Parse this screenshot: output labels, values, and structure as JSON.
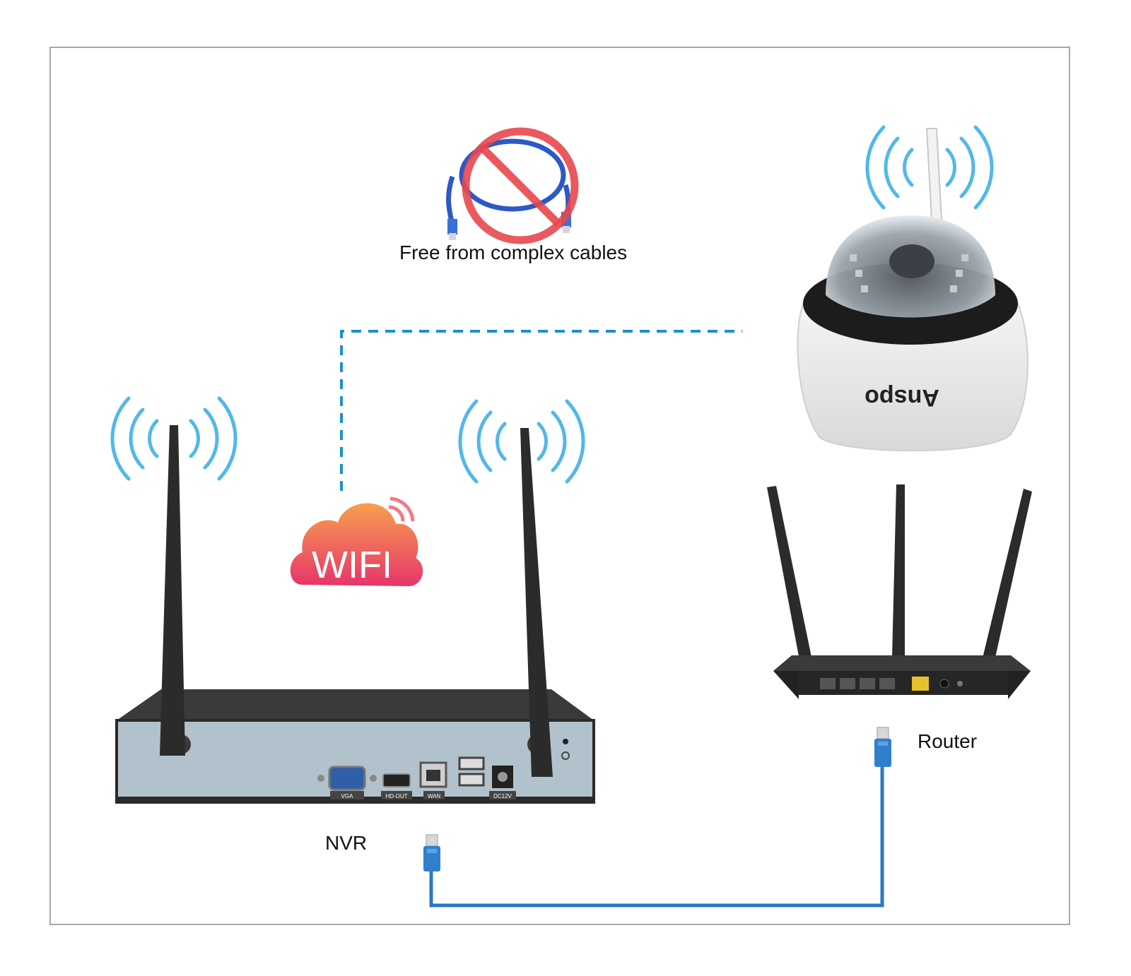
{
  "caption_cables": "Free from complex cables",
  "wifi_label": "WIFI",
  "brand": "Anspo",
  "nvr": {
    "name": "NVR",
    "ports": [
      "VGA",
      "HD-OUT",
      "WAN",
      "DC12V"
    ]
  },
  "router": {
    "name": "Router"
  },
  "colors": {
    "wifi_waves": "#52b8e8",
    "dashed_link": "#1e8fce",
    "ethernet_cable": "#2a78c4",
    "no_sign": "#e8474c",
    "nvr_panel": "#b2c2cc",
    "device_dark": "#2a2a2a",
    "cloud_top": "#f7a04e",
    "cloud_bottom": "#e6356b"
  },
  "icons": [
    "no-cable-icon",
    "wifi-cloud-icon",
    "wifi-wave-icon",
    "ethernet-plug-icon"
  ]
}
